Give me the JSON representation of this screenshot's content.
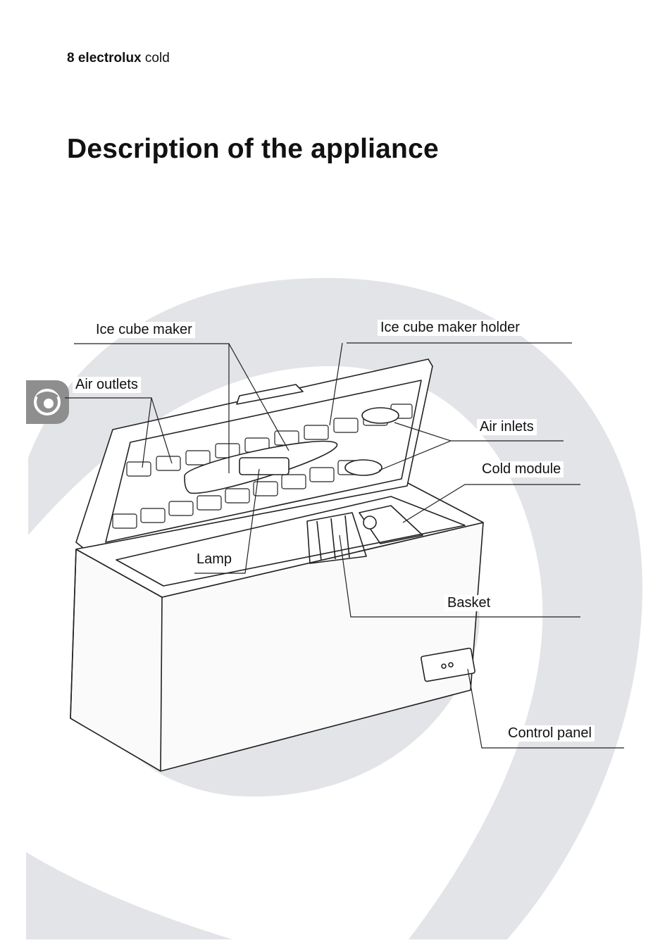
{
  "header": {
    "page_number": "8",
    "brand": "electrolux",
    "section": "cold"
  },
  "title": "Description of the appliance",
  "labels": {
    "ice_cube_maker": "Ice cube maker",
    "ice_cube_maker_holder": "Ice cube maker holder",
    "air_outlets": "Air outlets",
    "air_inlets": "Air inlets",
    "cold_module": "Cold module",
    "lamp": "Lamp",
    "basket": "Basket",
    "control_panel": "Control panel"
  },
  "colors": {
    "watermark": "#e3e4e7",
    "tab": "#8e8e8e",
    "line": "#222222"
  }
}
